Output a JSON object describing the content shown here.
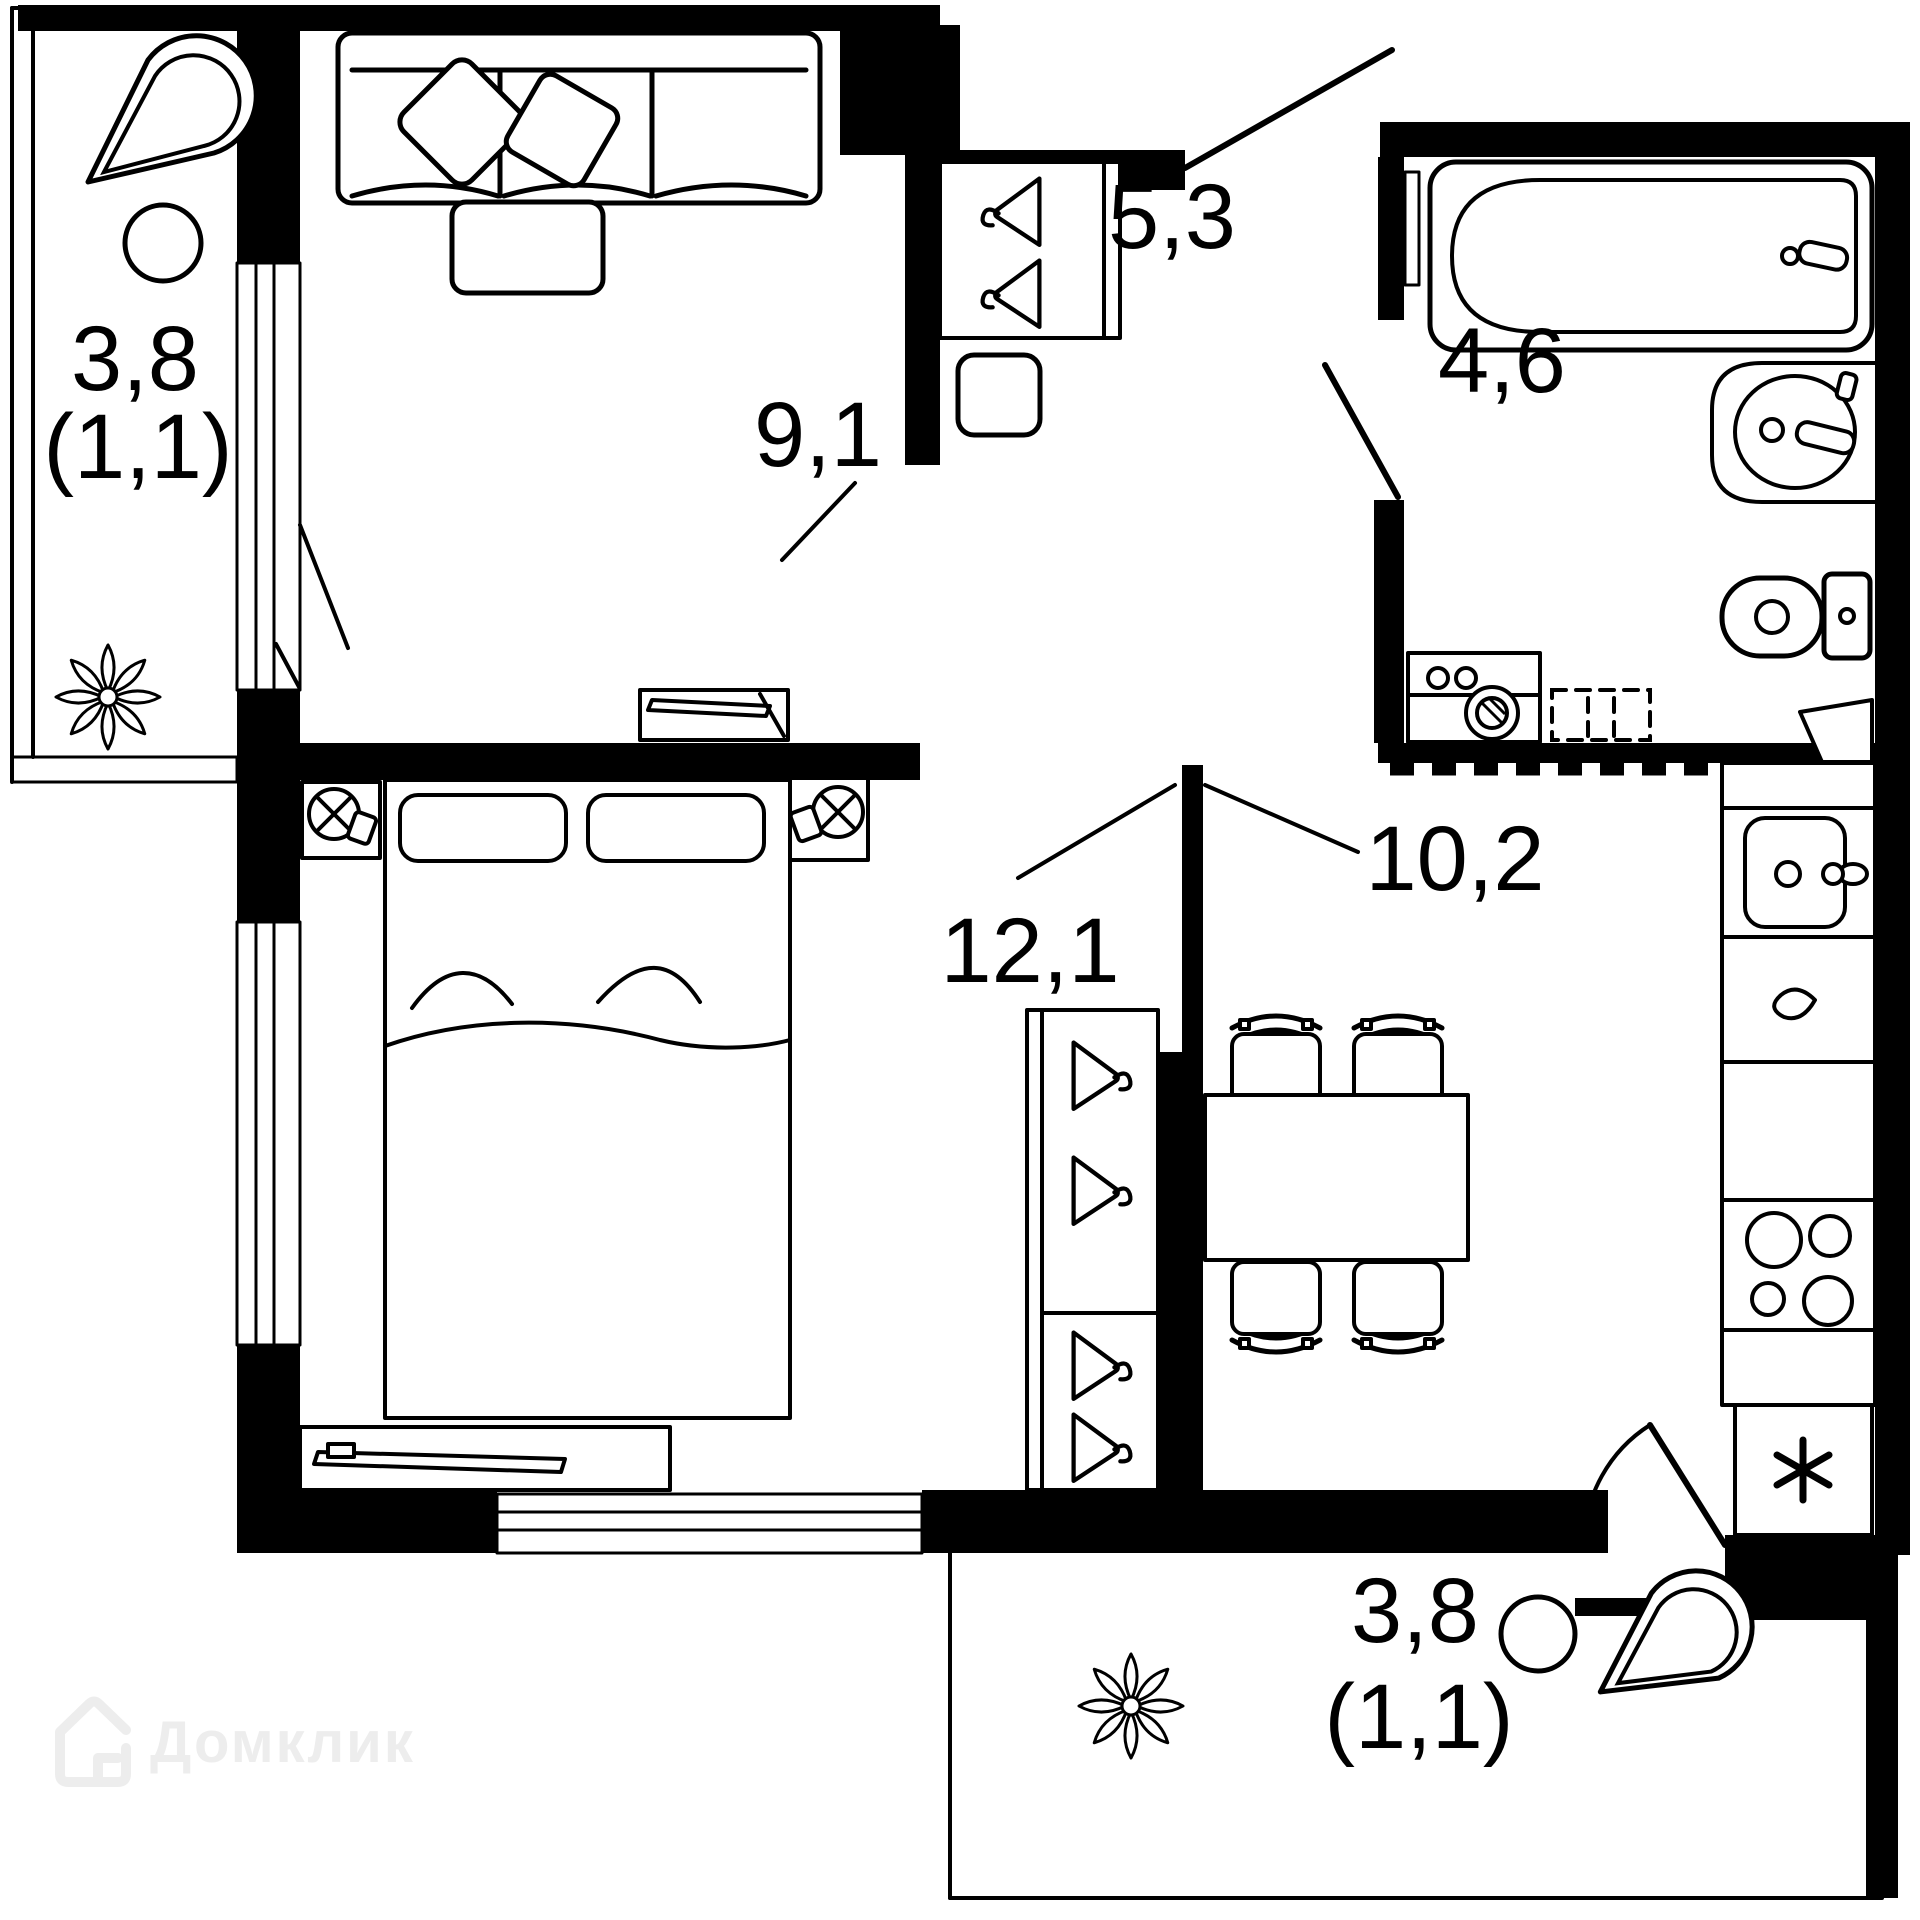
{
  "rooms": {
    "balcony_top": {
      "area": "3,8",
      "coefficient": "(1,1)"
    },
    "living_room": {
      "area": "9,1"
    },
    "hallway": {
      "area": "5,3"
    },
    "bathroom": {
      "area": "4,6"
    },
    "bedroom": {
      "area": "12,1"
    },
    "kitchen": {
      "area": "10,2"
    },
    "balcony_bottom": {
      "area": "3,8",
      "coefficient": "(1,1)"
    }
  },
  "watermark": {
    "brand": "Домклик"
  },
  "colors": {
    "walls": "#000000",
    "background": "#ffffff",
    "watermark": "#ededed"
  }
}
